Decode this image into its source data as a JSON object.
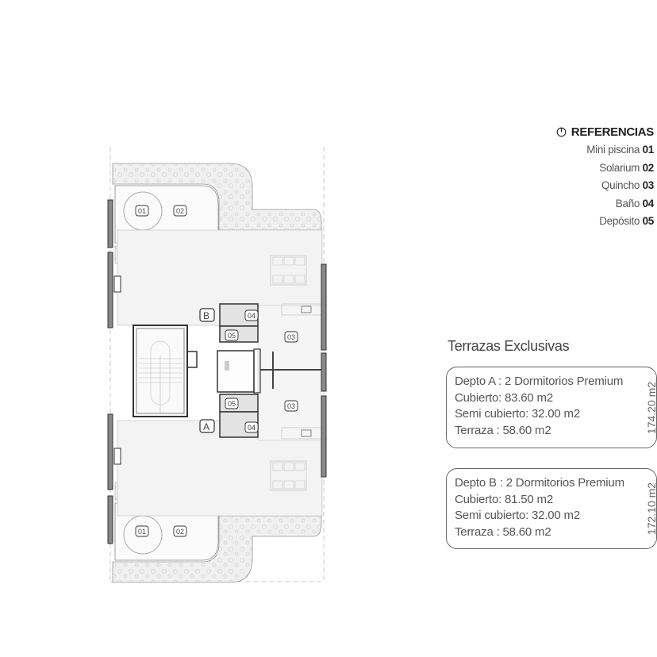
{
  "legend": {
    "icon": "north-arrow-icon",
    "title": "REFERENCIAS",
    "items": [
      {
        "label": "Mini piscina",
        "code": "01"
      },
      {
        "label": "Solarium",
        "code": "02"
      },
      {
        "label": "Quincho",
        "code": "03"
      },
      {
        "label": "Baño",
        "code": "04"
      },
      {
        "label": "Depósito",
        "code": "05"
      }
    ]
  },
  "terrazas": {
    "title": "Terrazas Exclusivas",
    "units": [
      {
        "name": "Depto A : 2 Dormitorios Premium",
        "cubierto": "Cubierto: 83.60  m2",
        "semi": "Semi cubierto: 32.00 m2",
        "terraza": "Terraza : 58.60 m2",
        "total": "174.20 m2"
      },
      {
        "name": "Depto B : 2 Dormitorios Premium",
        "cubierto": "Cubierto: 81.50  m2",
        "semi": "Semi cubierto: 32.00 m2",
        "terraza": "Terraza : 58.60 m2",
        "total": "172.10 m2"
      }
    ]
  },
  "plan": {
    "unit_labels": {
      "a": "A",
      "b": "B"
    },
    "tags": {
      "pool": "01",
      "solarium": "02",
      "quincho": "03",
      "bath": "04",
      "storage": "05"
    }
  },
  "colors": {
    "wall": "#333333",
    "floor": "#f3f3f3",
    "service": "#e2e2e2",
    "planter": "#ececec",
    "text": "#555555"
  }
}
